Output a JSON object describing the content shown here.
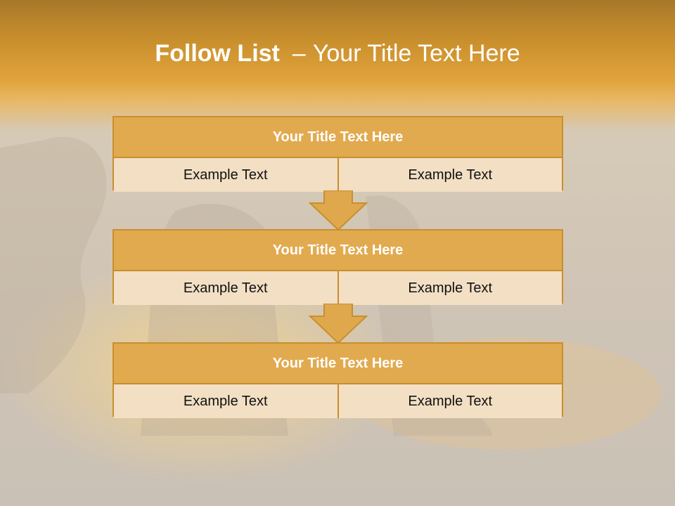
{
  "slide": {
    "title_bold": "Follow List",
    "title_sep": "–",
    "title_rest": "Your Title Text Here"
  },
  "blocks": [
    {
      "title": "Your Title Text Here",
      "left": "Example Text",
      "right": "Example Text"
    },
    {
      "title": "Your Title Text Here",
      "left": "Example Text",
      "right": "Example Text"
    },
    {
      "title": "Your Title Text Here",
      "left": "Example Text",
      "right": "Example Text"
    }
  ],
  "colors": {
    "accent": "#c98f2d",
    "header_fill": "#e2aa4f",
    "row_fill": "#f2dfc4",
    "arrow_fill": "#e0a84c"
  }
}
